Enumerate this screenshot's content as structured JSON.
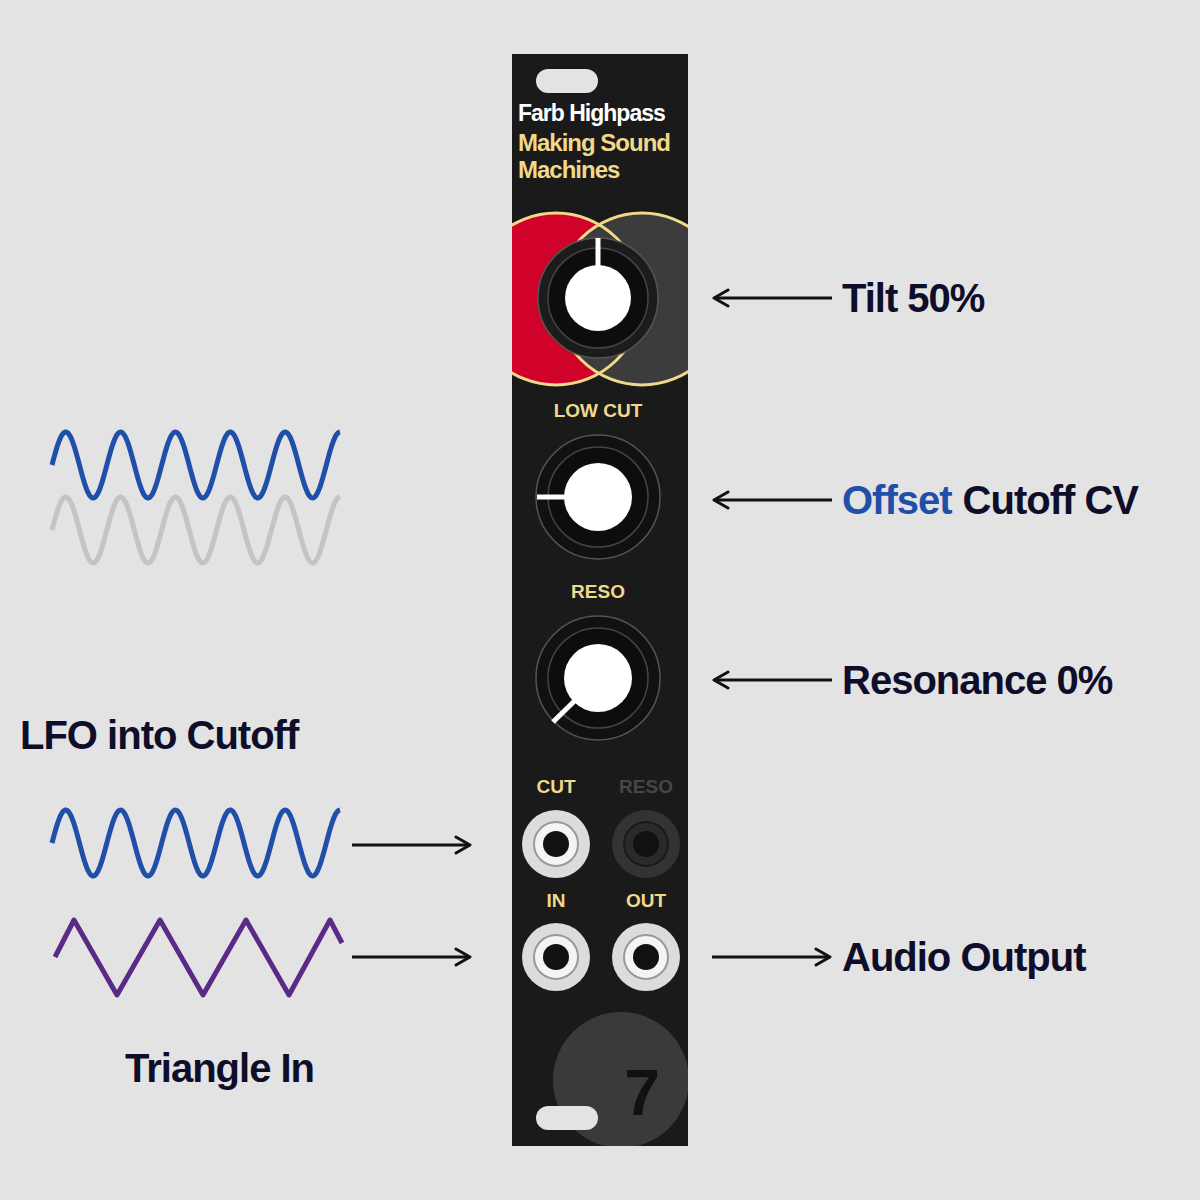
{
  "diagram": {
    "nodes": [
      {
        "text": [
          "Farb Highpass",
          "Making Sound Machines"
        ]
      },
      {
        "text": [
          "LOW CUT"
        ],
        "in": 0
      },
      {
        "text": [
          "RESO"
        ],
        "in": 0
      },
      {
        "text": [
          "CUT"
        ],
        "in": 0
      },
      {
        "text": [
          "RESO"
        ],
        "in": 0
      },
      {
        "text": [
          "IN"
        ],
        "in": 0
      },
      {
        "text": [
          "OUT"
        ],
        "in": 0
      }
    ],
    "labels": [
      "Tilt 50%",
      "Offset",
      "Cutoff CV",
      "Resonance 0%",
      "LFO into Cutoff",
      "Triangle In",
      "Audio Output",
      "7"
    ]
  }
}
